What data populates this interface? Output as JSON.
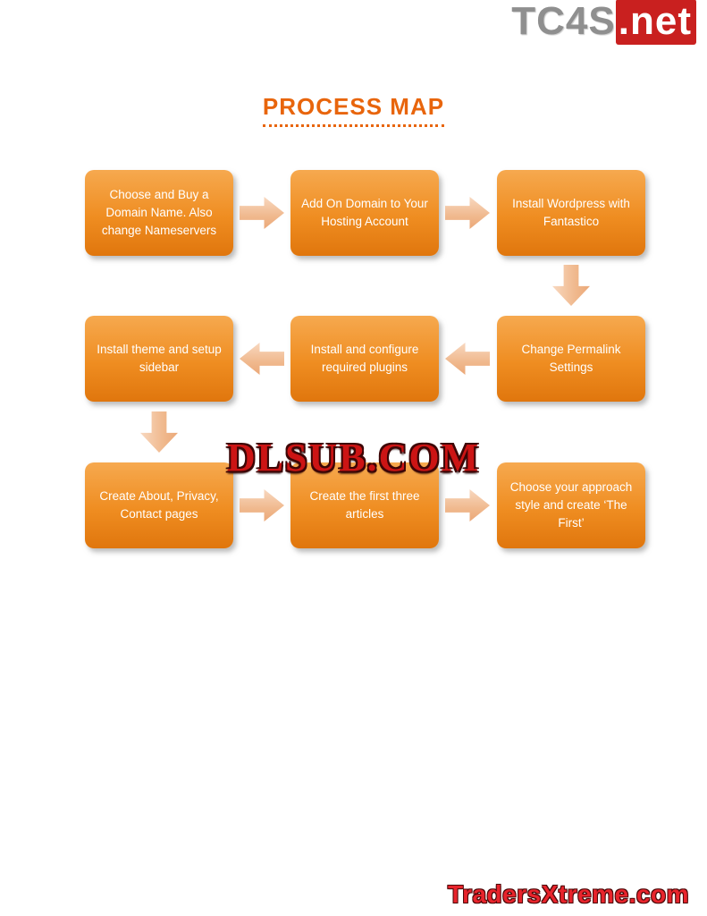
{
  "watermark_top": {
    "brand": "TC4S",
    "tld": ".net"
  },
  "title": "PROCESS MAP",
  "boxes": [
    {
      "label": "Choose and Buy a Domain Name. Also change Nameservers"
    },
    {
      "label": "Add On Domain to Your Hosting Account"
    },
    {
      "label": "Install Wordpress with Fantastico"
    },
    {
      "label": "Change Permalink Settings"
    },
    {
      "label": "Install and configure required plugins"
    },
    {
      "label": "Install theme and setup sidebar"
    },
    {
      "label": "Create About, Privacy, Contact pages"
    },
    {
      "label": "Create the first three articles"
    },
    {
      "label": "Choose your approach style and create ‘The First’"
    }
  ],
  "watermark_center": "DLSUB.COM",
  "watermark_bottom": "TradersXtreme.com",
  "colors": {
    "box_gradient_top": "#F6A94F",
    "box_gradient_bottom": "#E0760D",
    "arrow_fill": "#F0B98E",
    "title_orange": "#E8650C",
    "watermark_red": "#CC1414",
    "brand_gray": "#8F8F8F",
    "tld_red": "#C9201F"
  }
}
